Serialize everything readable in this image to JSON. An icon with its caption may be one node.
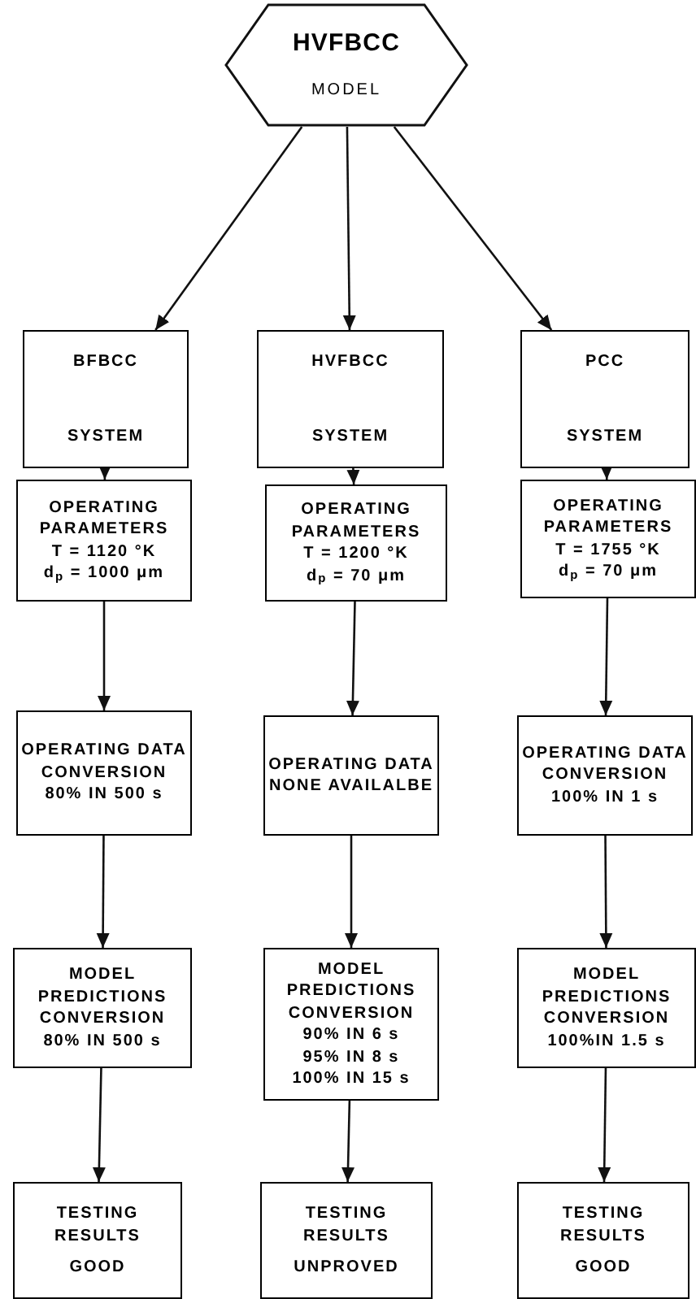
{
  "diagram": {
    "nodes": [
      {
        "text": [
          "HVFBCC",
          "MODEL"
        ]
      },
      {
        "text": [
          "BFBCC",
          "SYSTEM"
        ]
      },
      {
        "text": [
          "HVFBCC",
          "SYSTEM"
        ]
      },
      {
        "text": [
          "PCC",
          "SYSTEM"
        ]
      },
      {
        "text": [
          "OPERATING PARAMETERS",
          "T = 1120 °K",
          "d$_{p}$ = 1000 μm"
        ]
      },
      {
        "text": [
          "OPERATING PARAMETERS",
          "T = 1200 °K",
          "d$_{p}$ = 70 μm"
        ]
      },
      {
        "text": [
          "OPERATING PARAMETERS",
          "T = 1755 °K",
          "d$_{p}$ = 70 μm"
        ]
      },
      {
        "text": [
          "OPERATING DATA",
          "CONVERSION",
          "80% IN 500 s"
        ]
      },
      {
        "text": [
          "OPERATING DATA",
          "NONE AVAILALBE"
        ]
      },
      {
        "text": [
          "OPERATING DATA",
          "CONVERSION",
          "100% IN 1 s"
        ]
      },
      {
        "text": [
          "MODEL PREDICTIONS",
          "CONVERSION",
          "80% IN 500 s"
        ]
      },
      {
        "text": [
          "MODEL PREDICTIONS",
          "CONVERSION",
          "90% IN 6 s",
          "95% IN 8 s",
          "100% IN 15 s"
        ]
      },
      {
        "text": [
          "MODEL PREDICTIONS",
          "CONVERSION",
          "100%IN 1.5 s"
        ]
      },
      {
        "text": [
          "TESTING RESULTS",
          "GOOD"
        ]
      },
      {
        "text": [
          "TESTING RESULTS",
          "UNPROVED"
        ]
      },
      {
        "text": [
          "TESTING RESULTS",
          "GOOD"
        ]
      }
    ],
    "edges": [
      {
        "from": 0,
        "to": 1,
        "arrow": "to"
      },
      {
        "from": 0,
        "to": 2,
        "arrow": "to"
      },
      {
        "from": 0,
        "to": 3,
        "arrow": "to"
      },
      {
        "from": 1,
        "to": 4,
        "arrow": "to"
      },
      {
        "from": 2,
        "to": 5,
        "arrow": "to"
      },
      {
        "from": 3,
        "to": 6,
        "arrow": "to"
      },
      {
        "from": 4,
        "to": 7,
        "arrow": "to"
      },
      {
        "from": 5,
        "to": 8,
        "arrow": "to"
      },
      {
        "from": 6,
        "to": 9,
        "arrow": "to"
      },
      {
        "from": 7,
        "to": 10,
        "arrow": "to"
      },
      {
        "from": 8,
        "to": 11,
        "arrow": "to"
      },
      {
        "from": 9,
        "to": 12,
        "arrow": "to"
      },
      {
        "from": 10,
        "to": 13,
        "arrow": "to"
      },
      {
        "from": 11,
        "to": 14,
        "arrow": "to"
      },
      {
        "from": 12,
        "to": 15,
        "arrow": "to"
      }
    ]
  }
}
